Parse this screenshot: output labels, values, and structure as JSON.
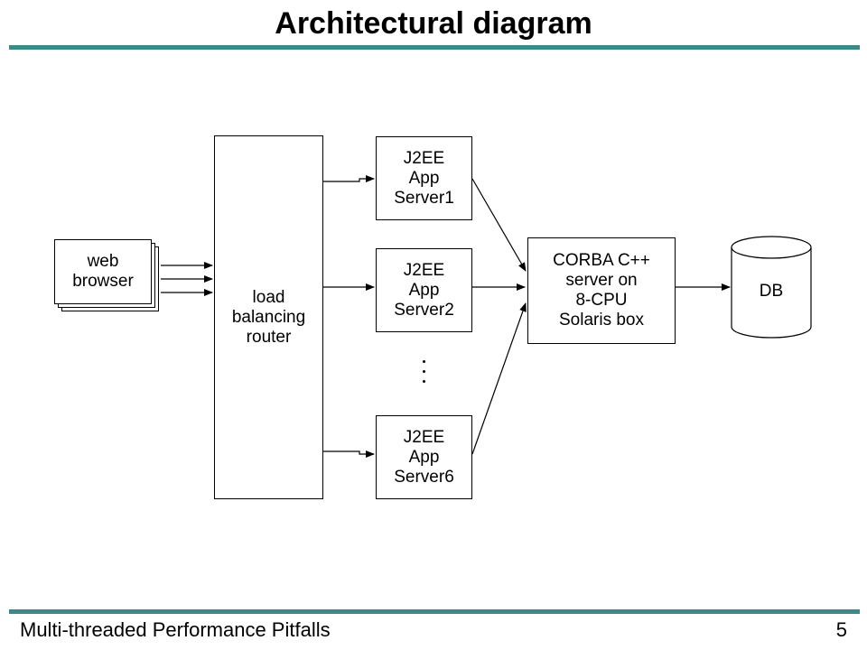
{
  "slide": {
    "title": "Architectural diagram",
    "footer": "Multi-threaded Performance Pitfalls",
    "page_number": "5",
    "rule_color": "#3a8a88"
  },
  "diagram": {
    "browser": {
      "lines": [
        "web",
        "browser"
      ]
    },
    "router": {
      "lines": [
        "load",
        "balancing",
        "router"
      ]
    },
    "server1": {
      "lines": [
        "J2EE",
        "App",
        "Server1"
      ]
    },
    "server2": {
      "lines": [
        "J2EE",
        "App",
        "Server2"
      ]
    },
    "server6": {
      "lines": [
        "J2EE",
        "App",
        "Server6"
      ]
    },
    "corba": {
      "lines": [
        "CORBA C++",
        "server on",
        "8-CPU",
        "Solaris box"
      ]
    },
    "db": {
      "label": "DB"
    }
  }
}
